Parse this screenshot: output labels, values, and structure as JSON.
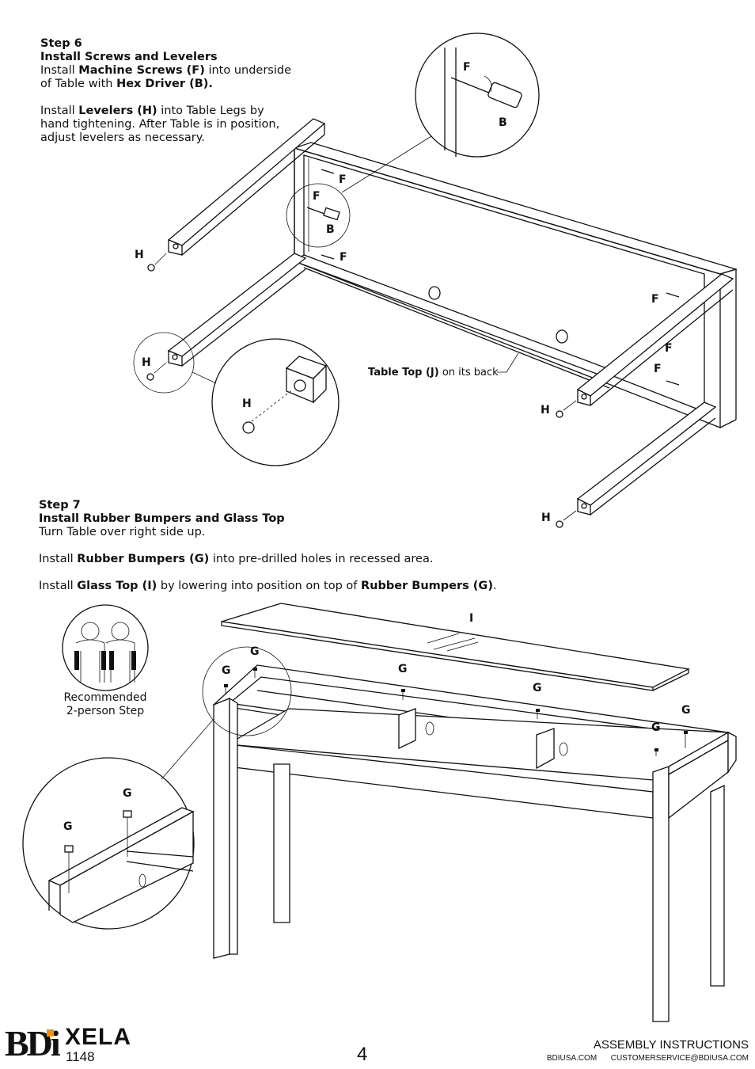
{
  "step6": {
    "heading": "Step 6",
    "subheading": "Install Screws and Levelers",
    "p1_pre": "Install ",
    "p1_b1": "Machine Screws (F)",
    "p1_mid": " into underside of Table with ",
    "p1_b2": "Hex Driver (B).",
    "p2_pre": "Install ",
    "p2_b1": "Levelers (H)",
    "p2_rest": " into Table Legs by hand tightening. After Table is in position, adjust levelers as necessary.",
    "callout_b": "Table Top (J)",
    "callout_rest": " on its back"
  },
  "step7": {
    "heading": "Step 7",
    "subheading": "Install Rubber Bumpers and Glass Top",
    "line1": "Turn Table over right side up.",
    "p2_pre": "Install ",
    "p2_b": "Rubber Bumpers (G)",
    "p2_rest": " into pre-drilled holes in recessed area.",
    "p3_pre": "Install ",
    "p3_b1": "Glass Top (I)",
    "p3_mid": " by lowering into position on top of ",
    "p3_b2": "Rubber Bumpers (G)",
    "p3_end": ".",
    "two_person": "Recommended 2-person Step"
  },
  "labels": {
    "F": "F",
    "B": "B",
    "H": "H",
    "G": "G",
    "I": "I"
  },
  "footer": {
    "logo": "BDi",
    "product": "XELA",
    "model": "1148",
    "page_number": "4",
    "doc_type": "ASSEMBLY INSTRUCTIONS",
    "website": "BDIUSA.COM",
    "email": "CUSTOMERSERVICE@BDIUSA.COM"
  },
  "colors": {
    "logo_accent": "#f39200",
    "ink": "#111111"
  }
}
